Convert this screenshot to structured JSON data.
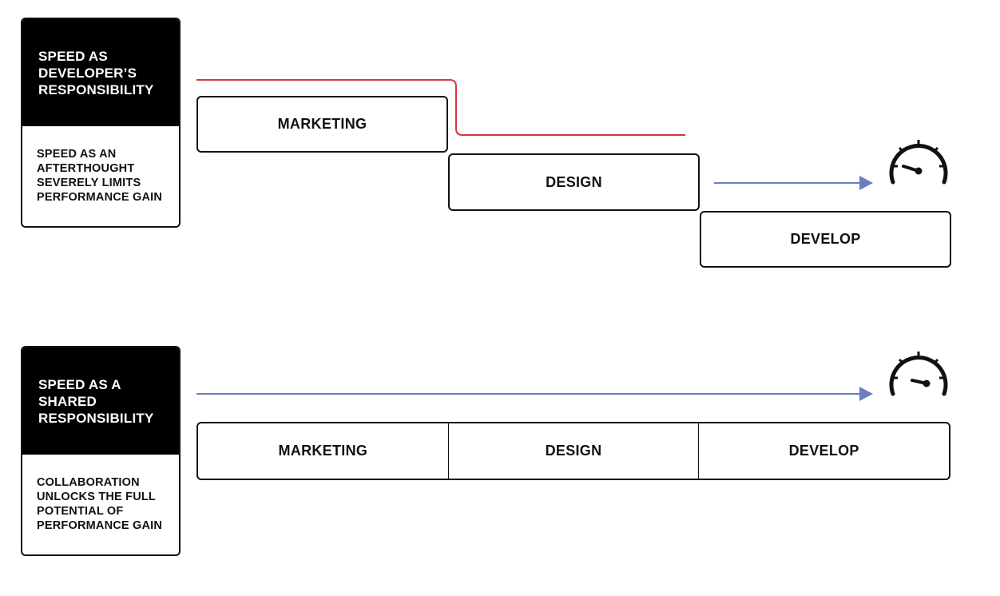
{
  "sequential": {
    "label": {
      "title_lines": [
        "SPEED AS",
        "DEVELOPER’S",
        "RESPONSIBILITY"
      ],
      "description_lines": [
        "SPEED AS AN",
        "AFTERTHOUGHT",
        "SEVERELY LIMITS",
        "PERFORMANCE GAIN"
      ]
    },
    "stages": [
      "MARKETING",
      "DESIGN",
      "DEVELOP"
    ],
    "gauge": "speedometer-icon"
  },
  "shared": {
    "label": {
      "title_lines": [
        "SPEED AS A",
        "SHARED",
        "RESPONSIBILITY"
      ],
      "description_lines": [
        "COLLABORATION",
        "UNLOCKS THE FULL",
        "POTENTIAL OF",
        "PERFORMANCE GAIN"
      ]
    },
    "stages": [
      "MARKETING",
      "DESIGN",
      "DEVELOP"
    ],
    "gauge": "speedometer-icon"
  },
  "colors": {
    "card_header_bg": "#000000",
    "border": "#111111",
    "red_line": "#d9363e",
    "blue_arrow": "#6b7fba"
  }
}
